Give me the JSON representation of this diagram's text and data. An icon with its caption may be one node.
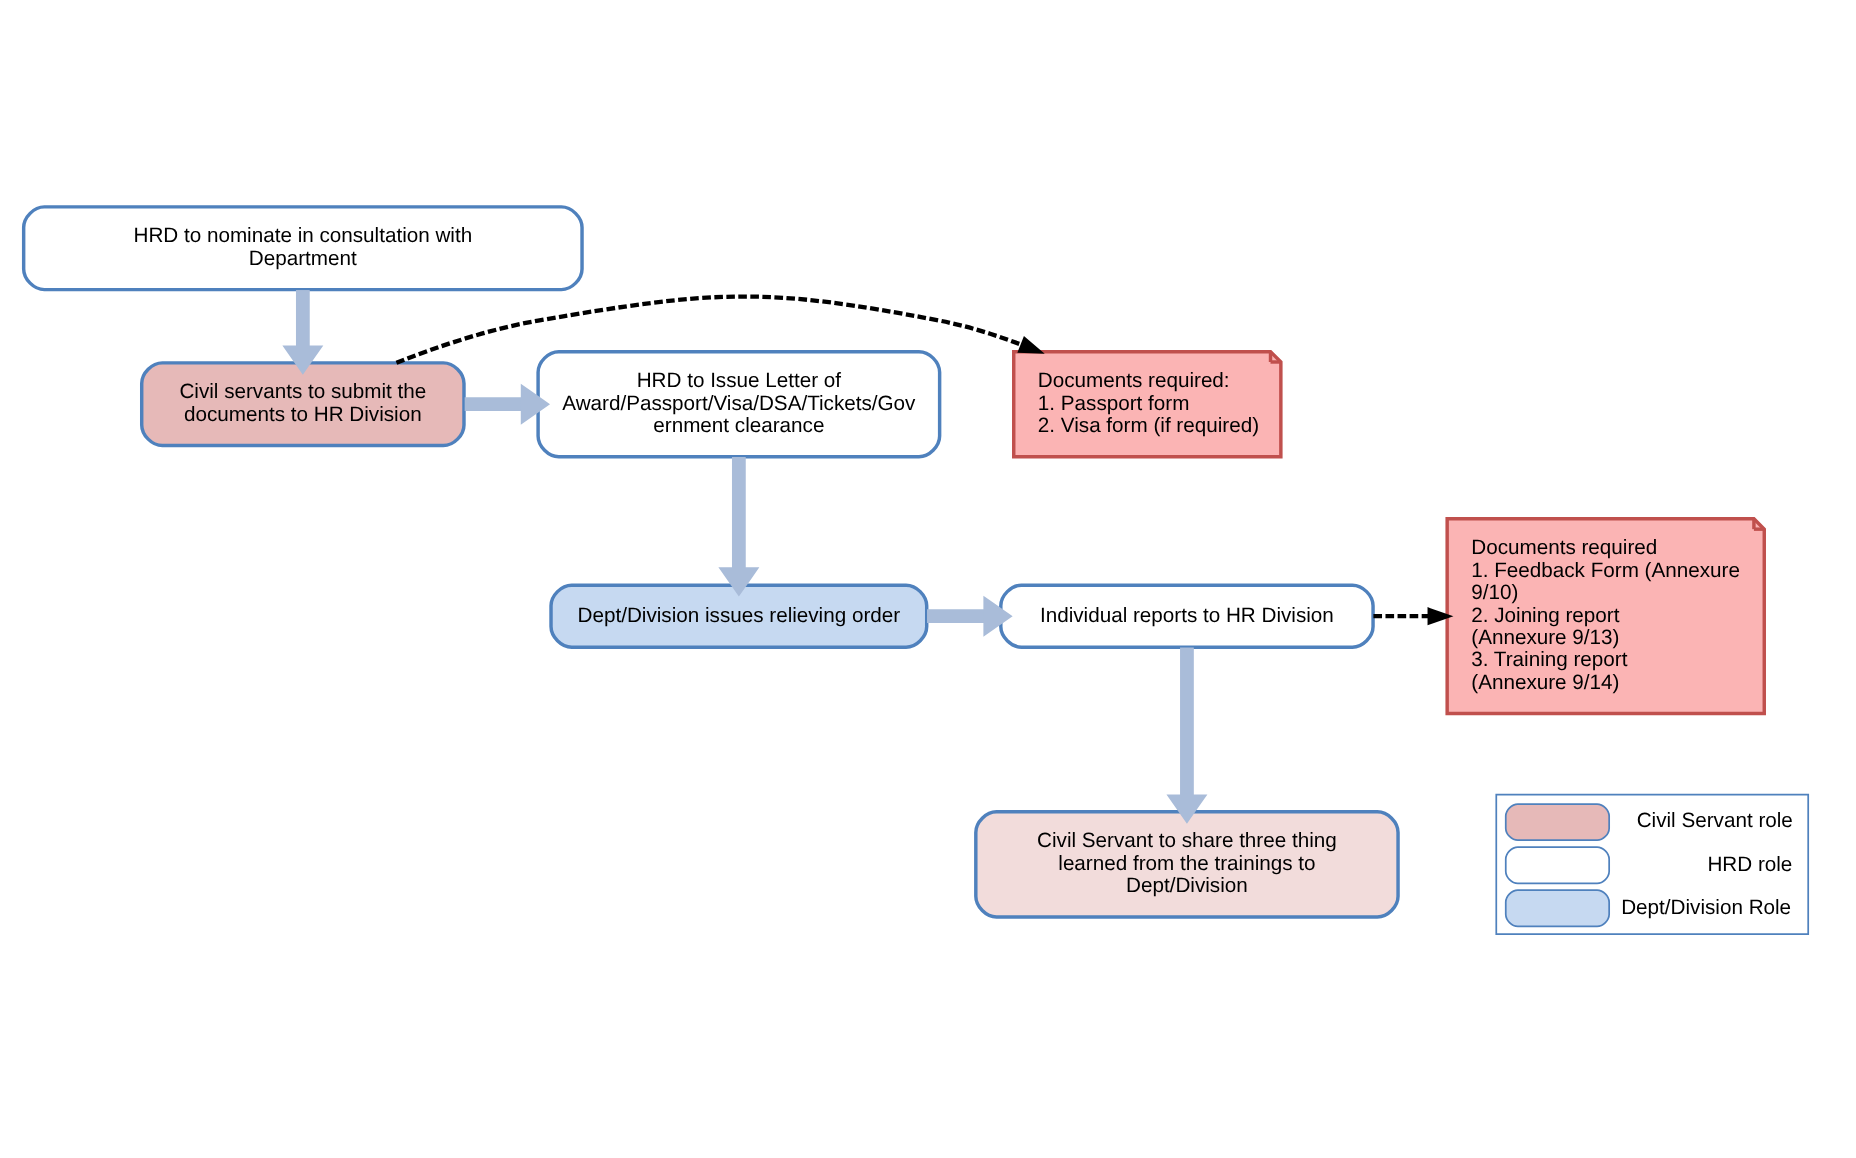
{
  "diagram": {
    "nodes": [
      {
        "text": [
          "HRD to nominate in consultation with Department"
        ]
      },
      {
        "text": [
          "Civil servants to submit the documents to HR Division"
        ]
      },
      {
        "text": [
          "Documents required:",
          "1. Passport form",
          "2. Visa form (if required)"
        ]
      },
      {
        "text": [
          "HRD to Issue Letter of Award/Passport/Visa/DSA/Tickets/Gov ernment clearance"
        ]
      },
      {
        "text": [
          "Dept/Division issues relieving order"
        ]
      },
      {
        "text": [
          "Individual reports to HR Division"
        ]
      },
      {
        "text": [
          "Documents required",
          "1. Feedback Form (Annexure 9/10)",
          "2. Joining report (Annexure 9/13)",
          "3. Training report (Annexure 9/14)"
        ]
      },
      {
        "text": [
          "Civil Servant to share three thing learned from the trainings to Dept/Division"
        ]
      }
    ],
    "edges": [
      {
        "from": 0,
        "to": 1,
        "arrow": "to"
      },
      {
        "from": 1,
        "to": 3,
        "arrow": "to"
      },
      {
        "from": 1,
        "to": 2,
        "arrow": "to",
        "style": "dashed",
        "color": "#000000"
      },
      {
        "from": 3,
        "to": 4,
        "arrow": "to"
      },
      {
        "from": 4,
        "to": 5,
        "arrow": "to"
      },
      {
        "from": 5,
        "to": 6,
        "arrow": "to",
        "style": "dashed",
        "color": "#000000"
      },
      {
        "from": 5,
        "to": 7,
        "arrow": "to"
      }
    ],
    "legend": [
      {
        "text": "Civil Servant role",
        "color": "#e6b9b8"
      },
      {
        "text": "HRD role",
        "color": "#ffffff"
      },
      {
        "text": "Dept/Division Role",
        "color": "#c6d9f1"
      }
    ]
  }
}
